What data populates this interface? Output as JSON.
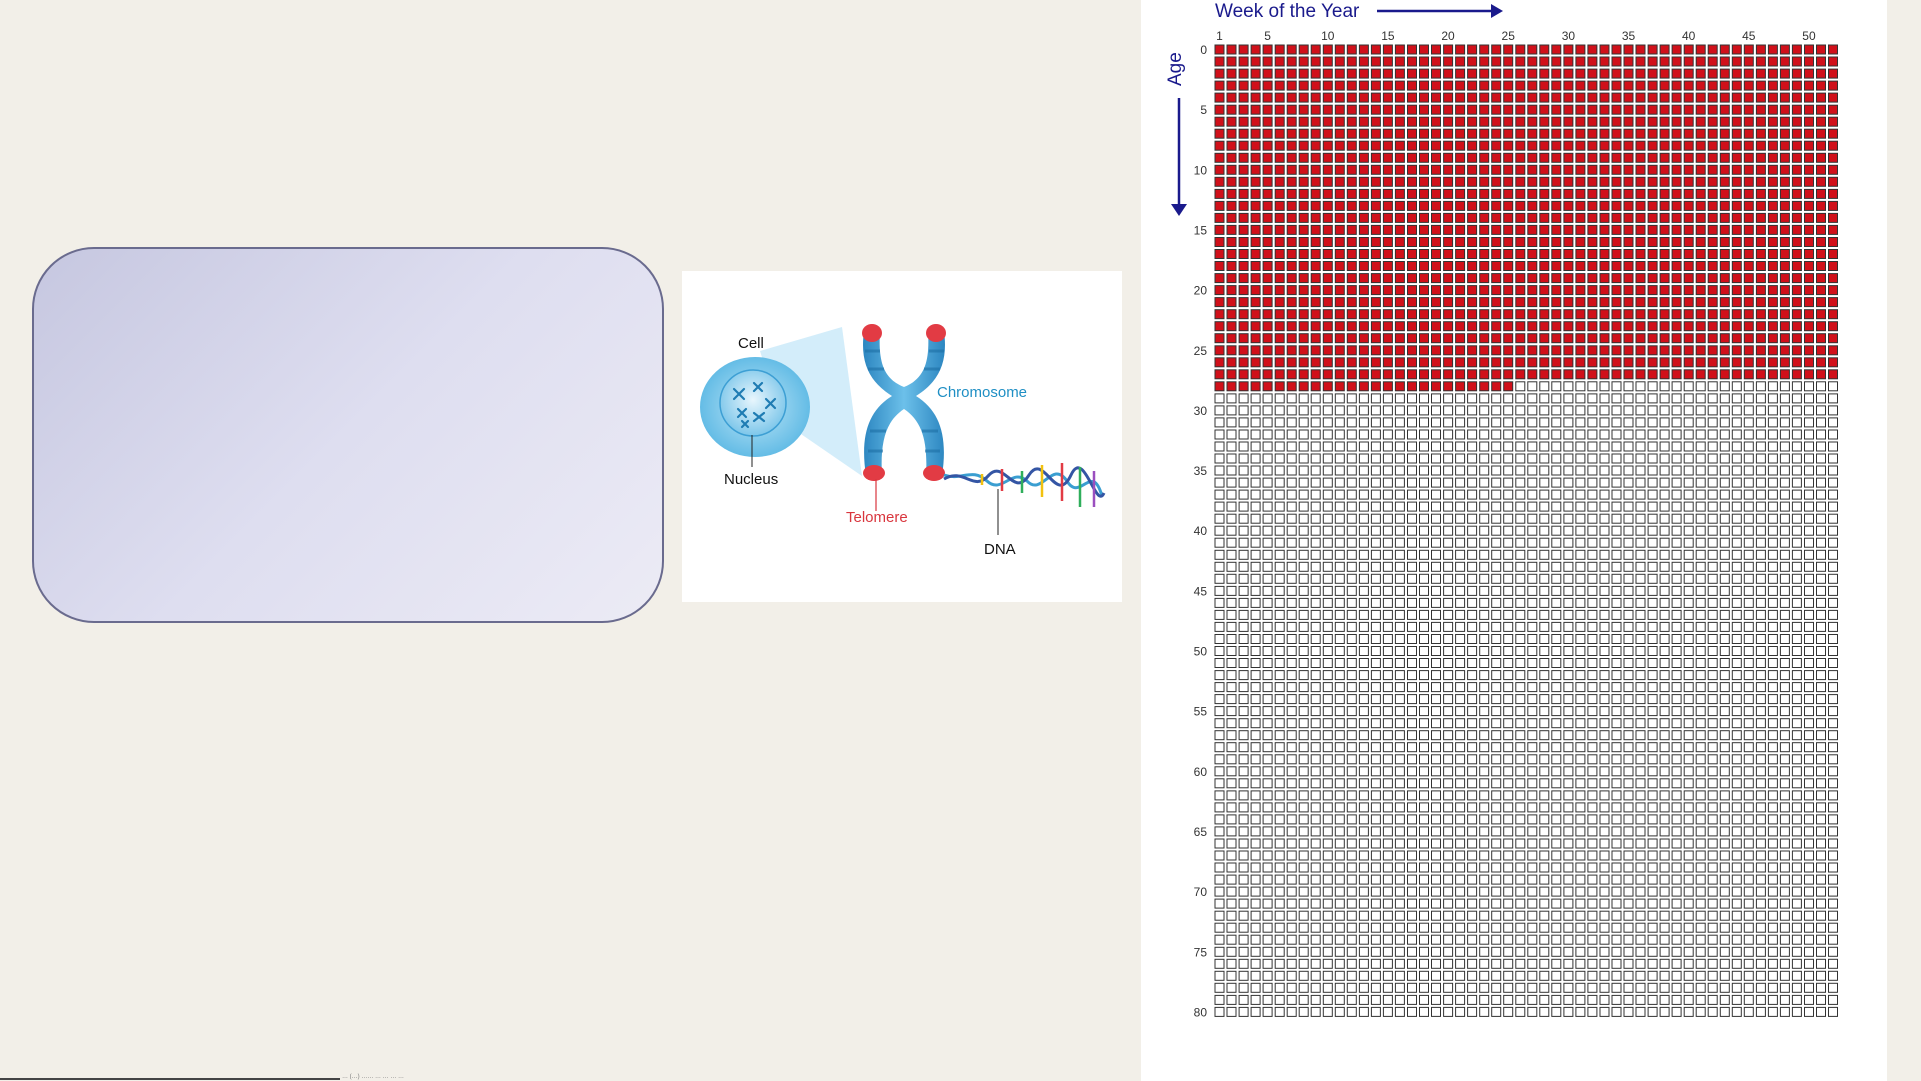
{
  "slide": {
    "background": "#f2efe8",
    "card": {
      "fill_start": "#c6c7e0",
      "fill_end": "#ecebf5",
      "border": "#6a6b8e"
    },
    "footer_text": "… (…) …… … … … …"
  },
  "diagram": {
    "labels": {
      "cell": "Cell",
      "nucleus": "Nucleus",
      "chromosome": "Chromosome",
      "telomere": "Telomere",
      "dna": "DNA"
    },
    "colors": {
      "chromosome_label": "#1f8fc4",
      "telomere_label": "#d9363e",
      "chromosome_body": "#3a9ed1",
      "telomere_cap": "#e23b44"
    }
  },
  "chart_data": {
    "type": "heatmap",
    "title": "Week of the Year",
    "xlabel": "Week of the Year",
    "ylabel": "Age",
    "x_ticks": [
      "1",
      "5",
      "10",
      "15",
      "20",
      "25",
      "30",
      "35",
      "40",
      "45",
      "50"
    ],
    "y_ticks": [
      "0",
      "5",
      "10",
      "15",
      "20",
      "25",
      "30",
      "35",
      "40",
      "45",
      "50",
      "55",
      "60",
      "65",
      "70",
      "75",
      "80"
    ],
    "weeks_per_row": 52,
    "rows": 81,
    "filled_rows": 28,
    "filled_weeks_in_partial_row": 25,
    "filled_color": "#d0101a",
    "empty_border": "#333333",
    "axis_color": "#1a1a8c"
  }
}
